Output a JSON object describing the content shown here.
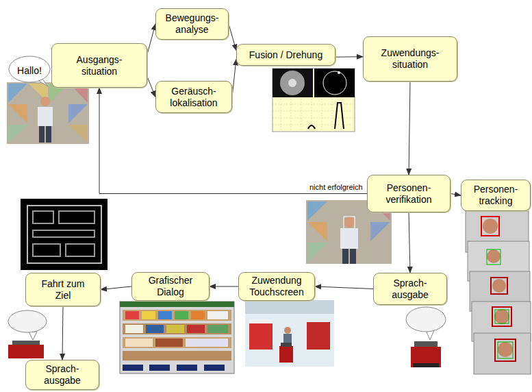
{
  "diagram": {
    "nodes": [
      {
        "text": [
          "Ausgangs- situation"
        ]
      },
      {
        "text": [
          "Bewegungs- analyse"
        ]
      },
      {
        "text": [
          "Geräusch- lokalisation"
        ]
      },
      {
        "text": [
          "Fusion / Drehung"
        ]
      },
      {
        "text": [
          "Zuwendungs- situation"
        ]
      },
      {
        "text": [
          "Hallo!"
        ]
      },
      {
        "text": [
          "Personen- verifikation"
        ]
      },
      {
        "text": [
          "Personen- tracking"
        ]
      },
      {
        "text": [
          "Sprach- ausgabe"
        ]
      },
      {
        "text": [
          "Zuwendung Touchscreen"
        ]
      },
      {
        "text": [
          "Grafischer Dialog"
        ]
      },
      {
        "text": [
          "Fahrt zum Ziel"
        ]
      },
      {
        "text": [
          "Sprach- ausgabe"
        ]
      }
    ],
    "edges": [
      {
        "from": 0,
        "to": 1,
        "arrow": "to"
      },
      {
        "from": 0,
        "to": 2,
        "arrow": "to"
      },
      {
        "from": 1,
        "to": 3,
        "arrow": "to"
      },
      {
        "from": 2,
        "to": 3,
        "arrow": "to"
      },
      {
        "from": 3,
        "to": 4,
        "arrow": "to"
      },
      {
        "from": 4,
        "to": 6,
        "arrow": "to"
      },
      {
        "from": 6,
        "to": 0,
        "label": "nicht erfolgreich",
        "arrow": "to"
      },
      {
        "from": 6,
        "to": 7,
        "arrow": "to"
      },
      {
        "from": 6,
        "to": 8,
        "arrow": "to"
      },
      {
        "from": 8,
        "to": 9,
        "arrow": "to"
      },
      {
        "from": 9,
        "to": 10,
        "arrow": "to"
      },
      {
        "from": 10,
        "to": 11,
        "arrow": "to"
      },
      {
        "from": 11,
        "to": 12,
        "arrow": "to"
      }
    ]
  }
}
